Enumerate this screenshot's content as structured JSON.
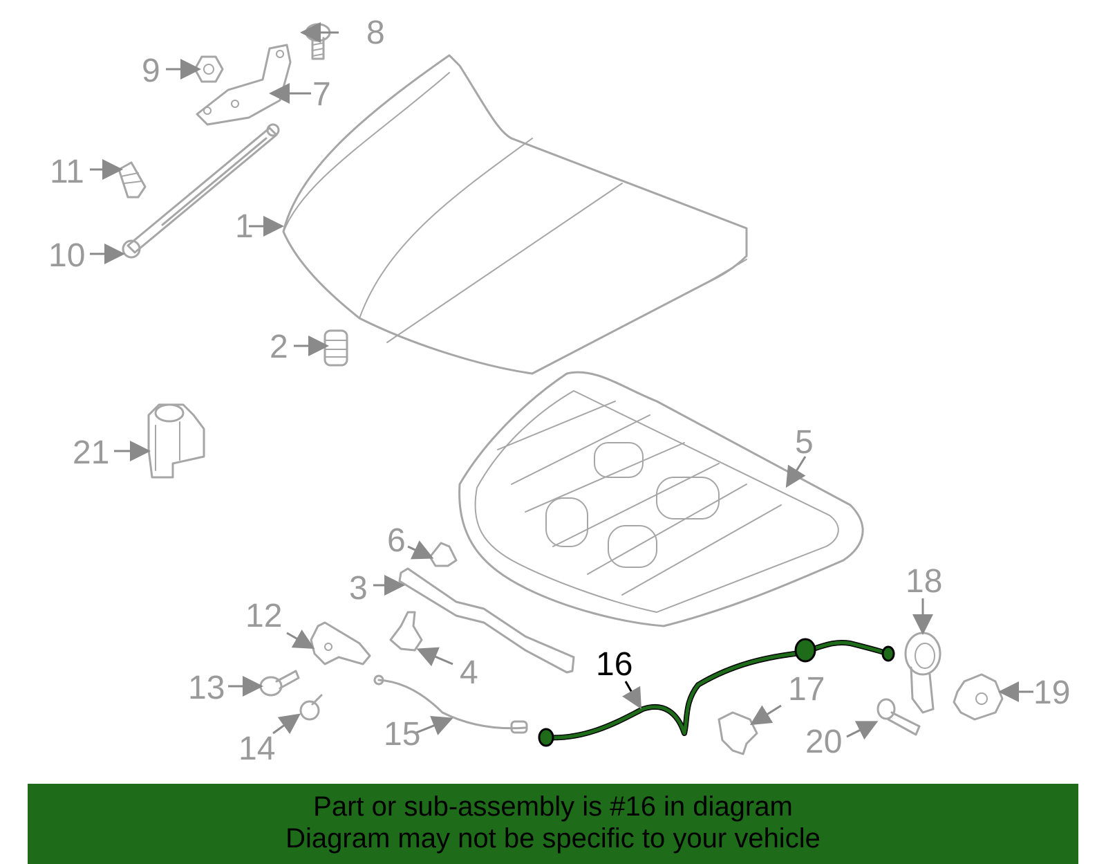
{
  "diagram": {
    "highlighted_part": "16",
    "highlight_color": "#1e6b1a",
    "banner_color": "#1e6b1a",
    "callouts": [
      "1",
      "2",
      "3",
      "4",
      "5",
      "6",
      "7",
      "8",
      "9",
      "10",
      "11",
      "12",
      "13",
      "14",
      "15",
      "16",
      "17",
      "18",
      "19",
      "20",
      "21"
    ]
  },
  "banner": {
    "line1": "Part or sub-assembly is #16 in diagram",
    "line2": "Diagram may not be specific to your vehicle"
  }
}
